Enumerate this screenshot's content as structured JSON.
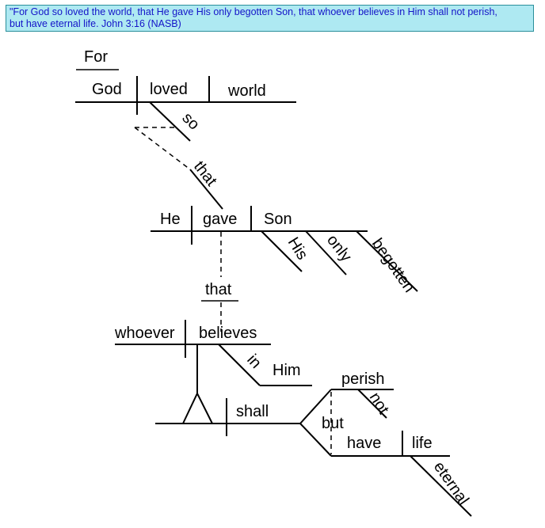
{
  "verse": {
    "line1": "\"For God so loved the world, that He gave His only begotten Son, that whoever believes in Him shall not perish,",
    "line2": "but have eternal life.  John 3:16 (NASB)"
  },
  "words": {
    "for": "For",
    "god": "God",
    "loved": "loved",
    "world": "world",
    "so": "so",
    "that1": "that",
    "he": "He",
    "gave": "gave",
    "son": "Son",
    "his": "His",
    "only": "only",
    "begotten": "begotten",
    "that2": "that",
    "whoever": "whoever",
    "believes": "believes",
    "in": "in",
    "him": "Him",
    "shall": "shall",
    "perish": "perish",
    "not": "not",
    "but": "but",
    "have": "have",
    "life": "life",
    "eternal": "eternal"
  },
  "colors": {
    "box_background": "#aee9f2",
    "box_border": "#2a8f9a",
    "verse_text": "#1414c8",
    "diagram_ink": "#000000"
  }
}
